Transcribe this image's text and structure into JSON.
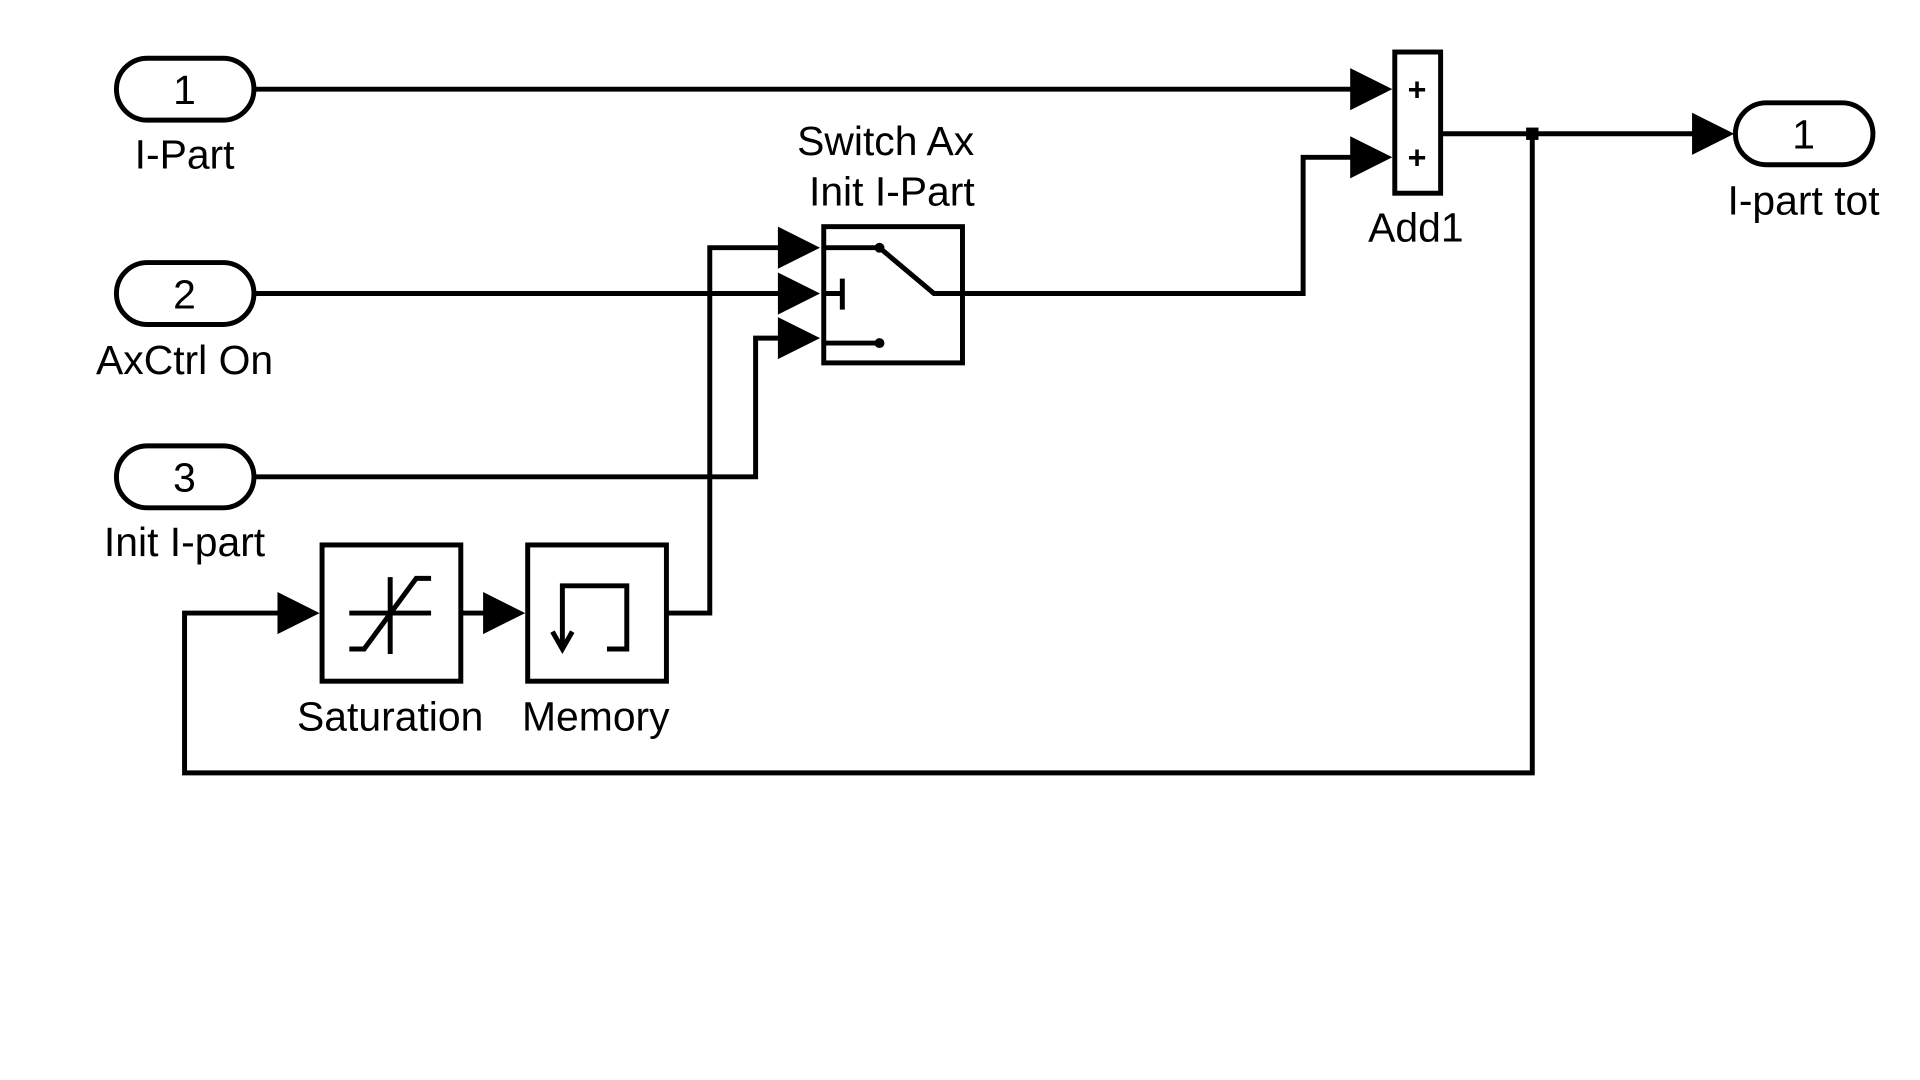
{
  "diagram": {
    "type": "simulink-block-diagram",
    "colors": {
      "background": "#ffffff",
      "line": "#000000"
    },
    "inports": [
      {
        "number": "1",
        "name": "I-Part"
      },
      {
        "number": "2",
        "name": "AxCtrl On"
      },
      {
        "number": "3",
        "name": "Init I-part"
      }
    ],
    "outports": [
      {
        "number": "1",
        "name": "I-part tot"
      }
    ],
    "blocks": {
      "switch": {
        "name_line1": "Switch Ax",
        "name_line2": "Init I-Part",
        "icon": "switch-icon"
      },
      "add": {
        "name": "Add1",
        "signs": [
          "+",
          "+"
        ],
        "icon": "sum-icon"
      },
      "saturation": {
        "name": "Saturation",
        "icon": "saturation-icon"
      },
      "memory": {
        "name": "Memory",
        "icon": "memory-icon"
      }
    },
    "connections": [
      {
        "from": "Inport 1 (I-Part)",
        "to": "Add1 input 1"
      },
      {
        "from": "Inport 2 (AxCtrl On)",
        "to": "Switch Ax Init I-Part control input"
      },
      {
        "from": "Inport 3 (Init I-part)",
        "to": "Switch Ax Init I-Part input 3"
      },
      {
        "from": "Memory",
        "to": "Switch Ax Init I-Part input 1"
      },
      {
        "from": "Switch Ax Init I-Part",
        "to": "Add1 input 2"
      },
      {
        "from": "Add1",
        "to": "Outport 1 (I-part tot)"
      },
      {
        "from": "Add1 (branch)",
        "to": "Saturation"
      },
      {
        "from": "Saturation",
        "to": "Memory"
      }
    ]
  }
}
